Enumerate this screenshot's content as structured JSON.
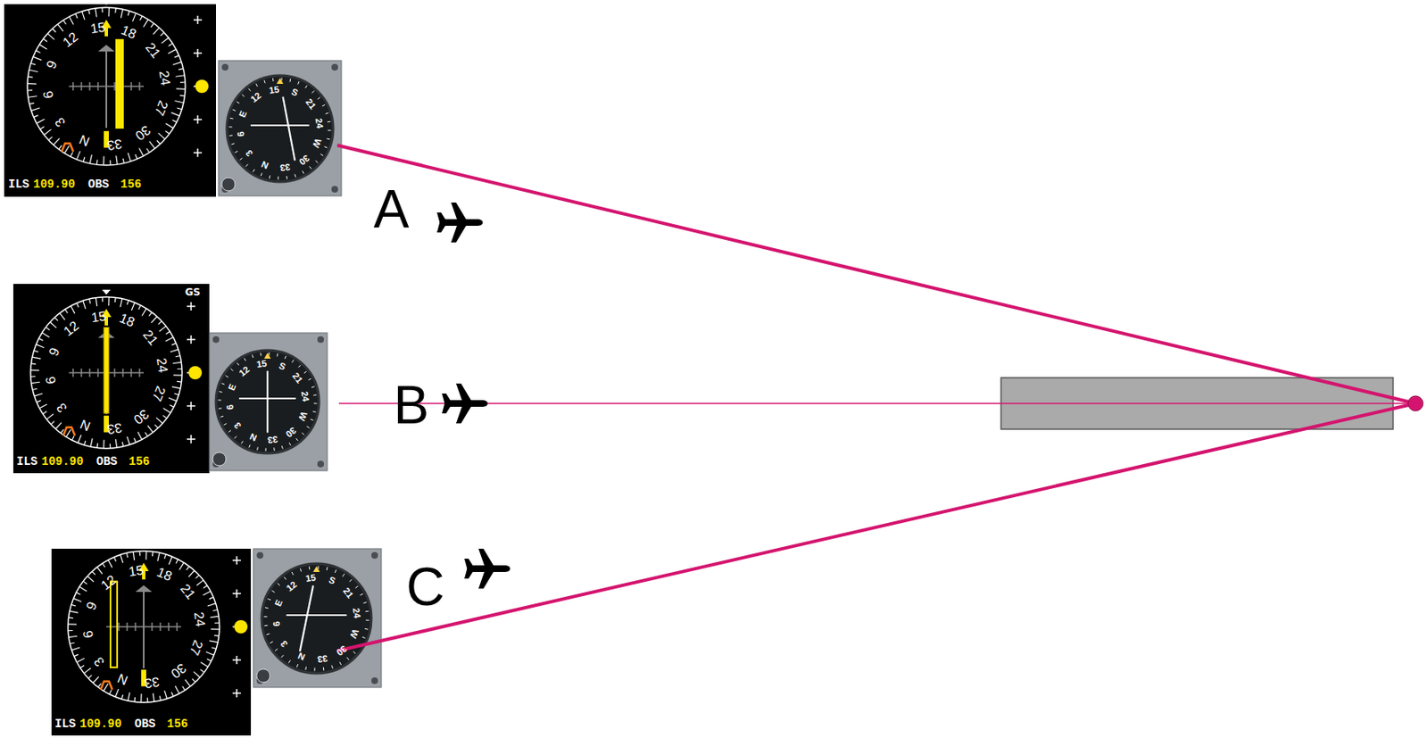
{
  "diagram": {
    "labels": [
      "N",
      "3",
      "6",
      "9",
      "12",
      "15",
      "18",
      "21",
      "24",
      "27",
      "30",
      "33",
      "ILS",
      "109.90",
      "OBS",
      "156",
      "N",
      "3",
      "6",
      "E",
      "12",
      "15",
      "S",
      "21",
      "24",
      "W",
      "30",
      "33",
      "A",
      "N",
      "3",
      "6",
      "9",
      "12",
      "15",
      "18",
      "21",
      "24",
      "27",
      "30",
      "33",
      "GS",
      "ILS",
      "109.90",
      "OBS",
      "156",
      "N",
      "3",
      "6",
      "E",
      "12",
      "15",
      "S",
      "21",
      "24",
      "W",
      "30",
      "33",
      "B",
      "N",
      "3",
      "6",
      "9",
      "12",
      "15",
      "18",
      "21",
      "24",
      "27",
      "30",
      "33",
      "ILS",
      "109.90",
      "OBS",
      "156",
      "N",
      "3",
      "6",
      "E",
      "12",
      "15",
      "S",
      "21",
      "24",
      "W",
      "30",
      "33",
      "C"
    ]
  }
}
